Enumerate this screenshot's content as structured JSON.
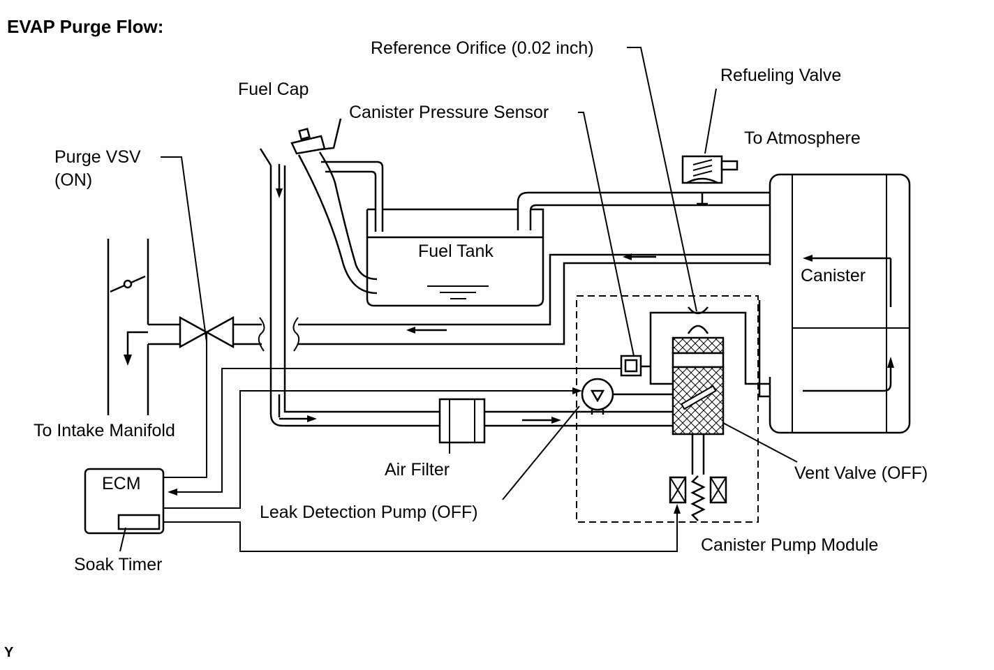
{
  "title": "EVAP Purge Flow:",
  "corner_mark": "Y",
  "labels": {
    "reference_orifice": "Reference Orifice (0.02 inch)",
    "refueling_valve": "Refueling Valve",
    "fuel_cap": "Fuel Cap",
    "canister_pressure_sensor": "Canister Pressure Sensor",
    "to_atmosphere": "To Atmosphere",
    "purge_vsv_line1": "Purge VSV",
    "purge_vsv_line2": "(ON)",
    "fuel_tank": "Fuel Tank",
    "canister": "Canister",
    "to_intake_manifold": "To Intake Manifold",
    "air_filter": "Air Filter",
    "vent_valve": "Vent Valve (OFF)",
    "ecm": "ECM",
    "leak_detection_pump": "Leak Detection Pump (OFF)",
    "canister_pump_module": "Canister Pump Module",
    "soak_timer": "Soak Timer"
  },
  "colors": {
    "line": "#000000",
    "background": "#ffffff"
  }
}
